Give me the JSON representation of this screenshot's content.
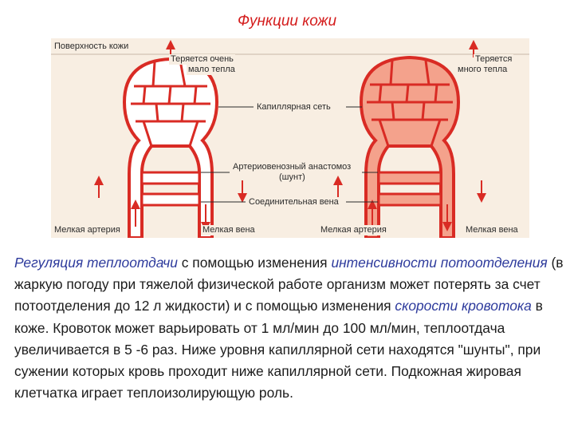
{
  "title": "Функции кожи",
  "diagram": {
    "surface": "Поверхность кожи",
    "left_loss": [
      "Теряется очень",
      "мало тепла"
    ],
    "right_loss": [
      "Теряется",
      "много тепла"
    ],
    "capillary": "Капиллярная сеть",
    "shunt": [
      "Артериовенозный анастомоз",
      "(шунт)"
    ],
    "vein": "Соединительная вена",
    "left_artery": "Мелкая артерия",
    "left_vein": "Мелкая вена",
    "right_artery": "Мелкая артерия",
    "right_vein": "Мелкая вена",
    "colors": {
      "vessel": "#d92b24",
      "fill_constricted": "#ffffff",
      "fill_dilated": "#f4a28c",
      "panel": "#f8eee2",
      "title": "#d41c1c",
      "highlight": "#2d3a9c"
    }
  },
  "text": {
    "p1": "Регуляция теплоотдачи",
    "p2": " с помощью изменения ",
    "p3": "интенсивности потоотделения",
    "p4": " (в жаркую погоду при тяжелой физической работе организм может потерять за счет потоотделения до 12 л жидкости) и с помощью изменения ",
    "p5": "скорости кровотока",
    "p6": " в коже. Кровоток может варьировать от 1 мл/мин до 100 мл/мин, теплоотдача увеличивается в 5 -6 раз. Ниже уровня капиллярной сети находятся \"шунты\", при сужении которых кровь проходит ниже капиллярной сети. Подкожная жировая клетчатка играет теплоизолирующую роль."
  }
}
